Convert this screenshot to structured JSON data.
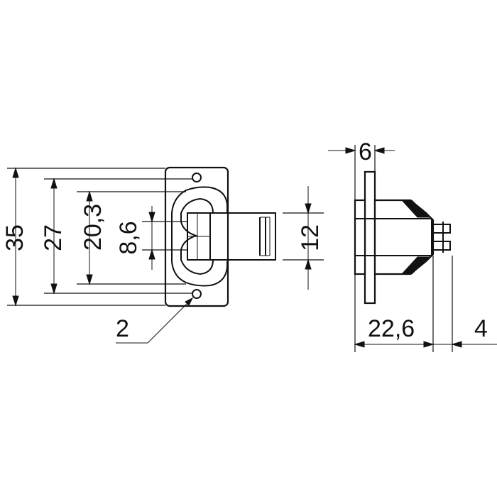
{
  "drawing": {
    "front_view": {
      "dimensions": {
        "overall_height": "35",
        "hole_spacing": "27",
        "inner_height": "20,3",
        "slot_height": "8,6",
        "arm_height": "12",
        "hole_diameter": "2"
      }
    },
    "side_view": {
      "dimensions": {
        "plate_thickness": "6",
        "body_depth": "22,6",
        "offset": "4"
      }
    }
  }
}
